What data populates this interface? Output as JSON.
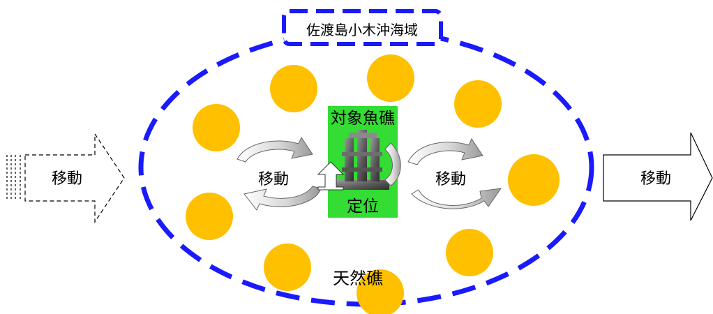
{
  "area_label": "佐渡島小木沖海域",
  "move_label": "移動",
  "structure": {
    "top_label": "対象魚礁",
    "bottom_label": "定位"
  },
  "natural_reef_label": "天然礁",
  "colors": {
    "boundary": "#1a1aff",
    "natural_reef": "#ffc000",
    "structure_box": "#33dd33",
    "arrow_outline": "#000000",
    "curl_arrow_fill": "#cccccc"
  },
  "icons": {
    "reef_model": "artificial-reef-icon"
  }
}
